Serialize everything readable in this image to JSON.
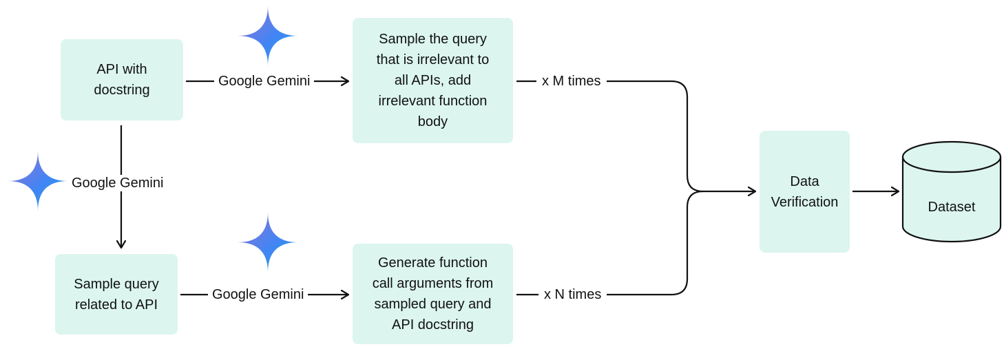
{
  "nodes": {
    "api_docstring": "API with\ndocstring",
    "sample_irrelevant": "Sample the query\nthat is irrelevant to\nall APIs, add\nirrelevant function\nbody",
    "sample_related": "Sample query\nrelated to API",
    "generate_args": "Generate function\ncall arguments from\nsampled query and\nAPI docstring",
    "data_verification": "Data\nVerification",
    "dataset": "Dataset"
  },
  "edge_labels": {
    "gemini_top": "Google Gemini",
    "gemini_left": "Google Gemini",
    "gemini_bottom": "Google Gemini",
    "times_m": "x M times",
    "times_n": "x N times"
  },
  "colors": {
    "box_fill": "#dcf5ef",
    "arrow": "#111111",
    "gemini_gradient": [
      "#9b72cb",
      "#4285f4",
      "#1ba1e3"
    ]
  },
  "icons": {
    "gemini": "gemini-sparkle-icon"
  }
}
